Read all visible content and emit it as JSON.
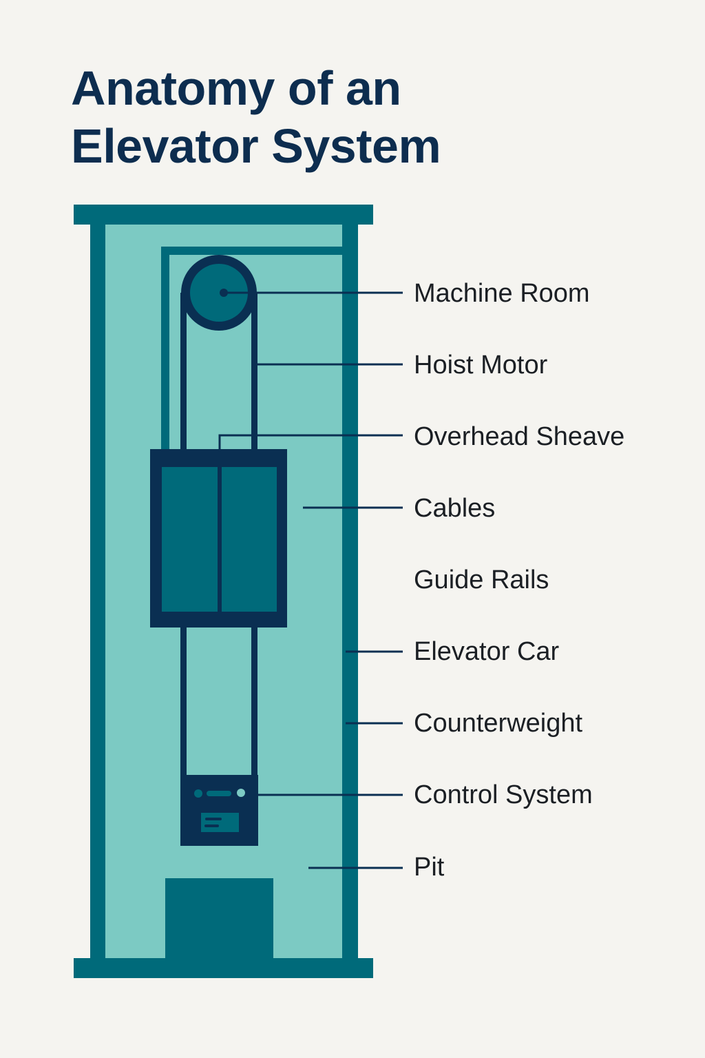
{
  "title": {
    "line1": "Anatomy of an",
    "line2": "Elevator System"
  },
  "labels": [
    {
      "text": "Machine Room"
    },
    {
      "text": "Hoist Motor"
    },
    {
      "text": "Overhead Sheave"
    },
    {
      "text": "Cables"
    },
    {
      "text": "Guide Rails"
    },
    {
      "text": "Elevator Car"
    },
    {
      "text": "Counterweight"
    },
    {
      "text": "Control System"
    },
    {
      "text": "Pit"
    }
  ],
  "colors": {
    "background": "#f5f4f0",
    "shaft": "#006a7a",
    "shaft_fill": "#7ccac3",
    "dark": "#0a2f52",
    "title": "#0d2d4f"
  }
}
